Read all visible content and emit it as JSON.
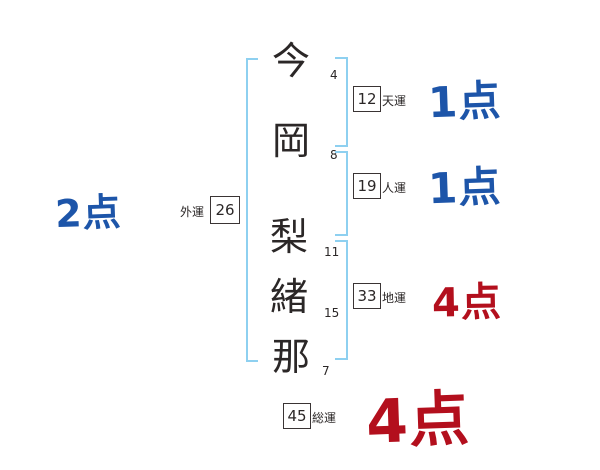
{
  "name": {
    "chars": [
      {
        "char": "今",
        "strokes": "4"
      },
      {
        "char": "岡",
        "strokes": "8"
      },
      {
        "char": "梨",
        "strokes": "11"
      },
      {
        "char": "緒",
        "strokes": "15"
      },
      {
        "char": "那",
        "strokes": "7"
      }
    ]
  },
  "fortunes": {
    "outer": {
      "label": "外運",
      "value": "26",
      "score": "2点"
    },
    "heaven": {
      "label": "天運",
      "value": "12",
      "score": "1点"
    },
    "person": {
      "label": "人運",
      "value": "19",
      "score": "1点"
    },
    "earth": {
      "label": "地運",
      "value": "33",
      "score": "4点"
    },
    "total": {
      "label": "総運",
      "value": "45",
      "score": "4点"
    }
  },
  "colors": {
    "score_blue": "#1d55a9",
    "score_red": "#b30f1d",
    "bracket_blue": "#8ed0f0",
    "ink": "#2b2727"
  }
}
